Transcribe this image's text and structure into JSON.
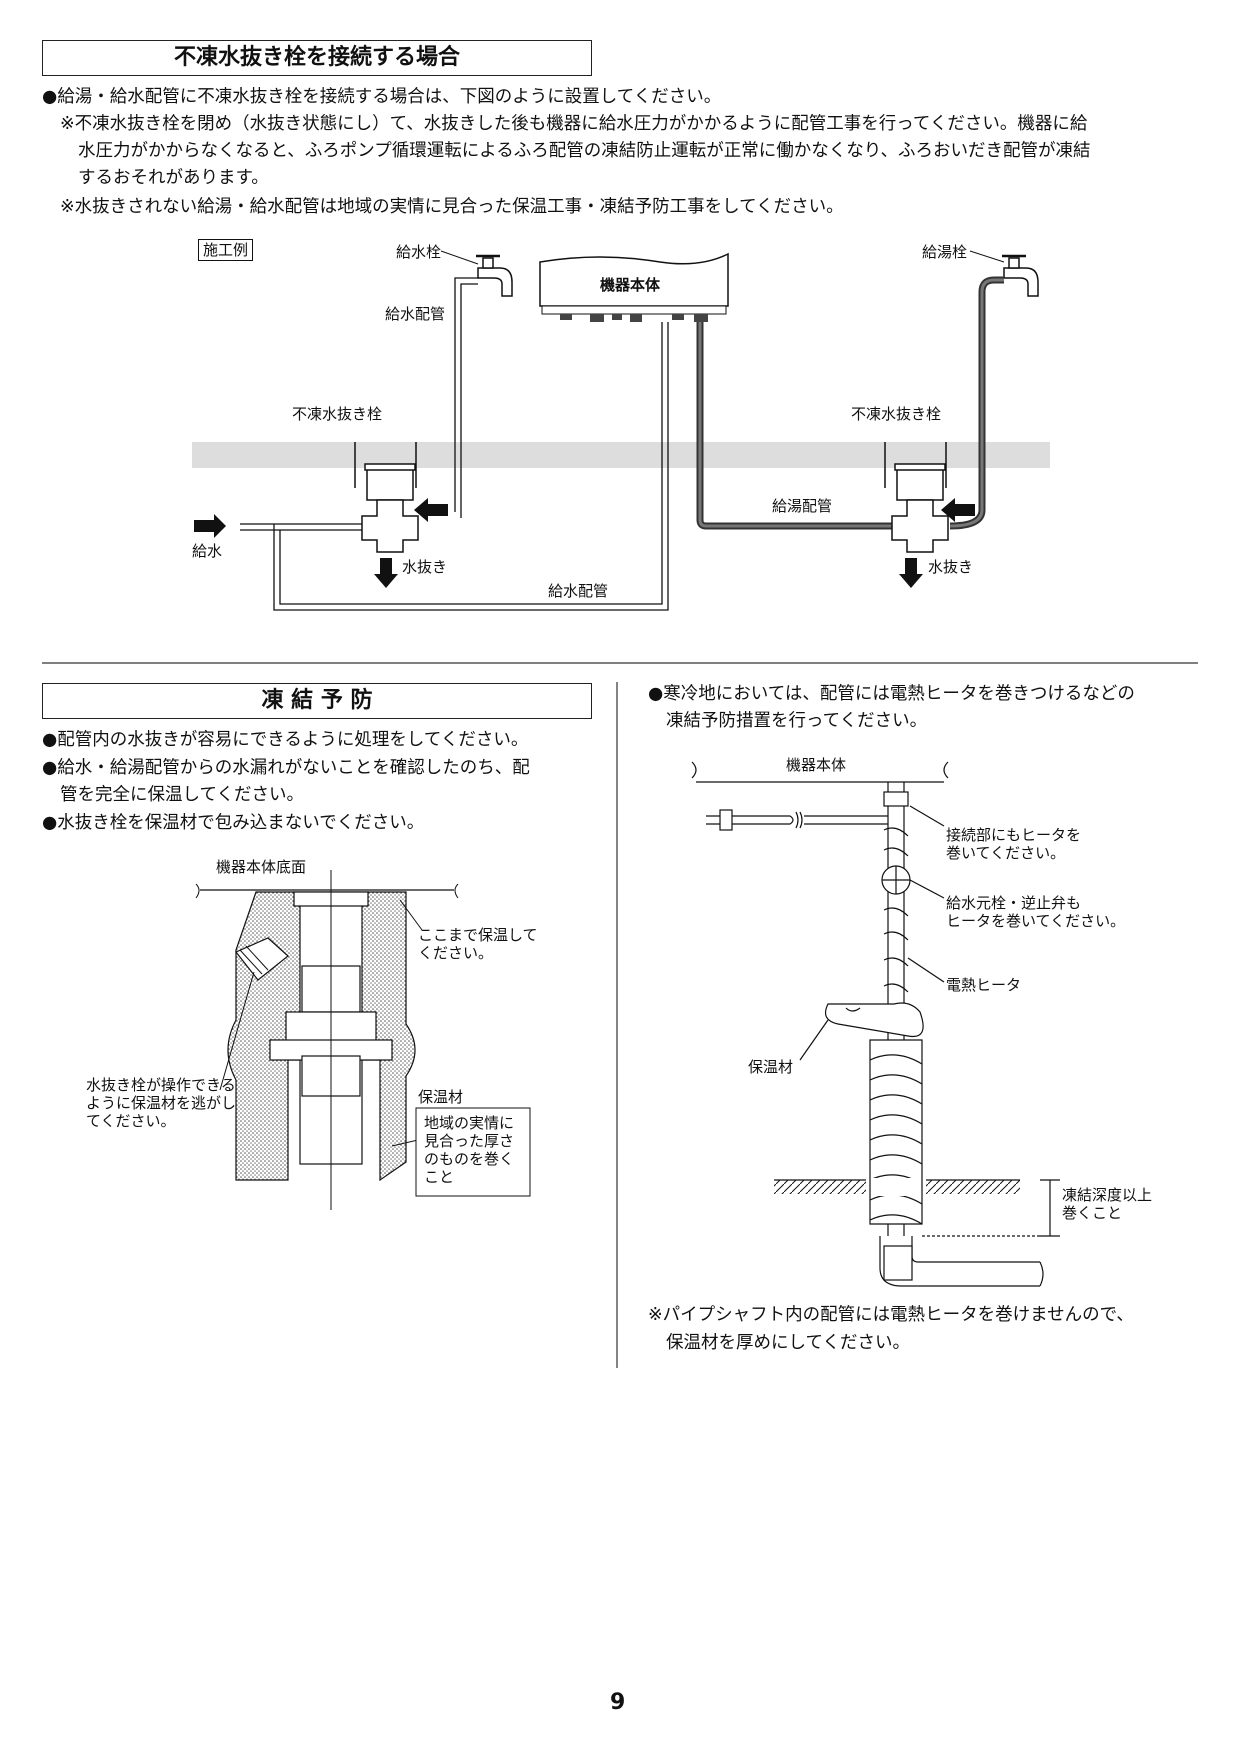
{
  "section1": {
    "title": "不凍水抜き栓を接続する場合",
    "bullet1": "●給湯・給水配管に不凍水抜き栓を接続する場合は、下図のように設置してください。",
    "note1_l1": "※不凍水抜き栓を閉め（水抜き状態にし）て、水抜きした後も機器に給水圧力がかかるように配管工事を行ってください。機器に給",
    "note1_l2": "水圧力がかからなくなると、ふろポンプ循環運転によるふろ配管の凍結防止運転が正常に働かなくなり、ふろおいだき配管が凍結",
    "note1_l3": "するおそれがあります。",
    "note2": "※水抜きされない給湯・給水配管は地域の実情に見合った保温工事・凍結予防工事をしてください。"
  },
  "diagram1": {
    "example_label": "施工例",
    "water_tap": "給水栓",
    "water_pipe_upper": "給水配管",
    "unit": "機器本体",
    "hot_tap": "給湯栓",
    "valve_left": "不凍水抜き栓",
    "valve_right": "不凍水抜き栓",
    "hot_pipe": "給湯配管",
    "supply": "給水",
    "drain_left": "水抜き",
    "drain_right": "水抜き",
    "water_pipe_lower": "給水配管"
  },
  "section2": {
    "title": "凍 結 予 防",
    "bullet1": "●配管内の水抜きが容易にできるように処理をしてください。",
    "bullet2_l1": "●給水・給湯配管からの水漏れがないことを確認したのち、配",
    "bullet2_l2": "管を完全に保温してください。",
    "bullet3": "●水抜き栓を保温材で包み込まないでください。"
  },
  "diagram2": {
    "bottom_label": "機器本体底面",
    "insulate_l1": "ここまで保温して",
    "insulate_l2": "ください。",
    "drain_note_l1": "水抜き栓が操作できる",
    "drain_note_l2": "ように保温材を逃がし",
    "drain_note_l3": "てください。",
    "insulation": "保温材",
    "box_l1": "地域の実情に",
    "box_l2": "見合った厚さ",
    "box_l3": "のものを巻く",
    "box_l4": "こと"
  },
  "section3": {
    "bullet1_l1": "●寒冷地においては、配管には電熱ヒータを巻きつけるなどの",
    "bullet1_l2": "凍結予防措置を行ってください。",
    "note_l1": "※パイプシャフト内の配管には電熱ヒータを巻けませんので、",
    "note_l2": "保温材を厚めにしてください。"
  },
  "diagram3": {
    "unit": "機器本体",
    "joint_l1": "接続部にもヒータを",
    "joint_l2": "巻いてください。",
    "valve_l1": "給水元栓・逆止弁も",
    "valve_l2": "ヒータを巻いてください。",
    "heater": "電熱ヒータ",
    "insulation": "保温材",
    "depth_l1": "凍結深度以上",
    "depth_l2": "巻くこと"
  },
  "page_number": "9"
}
